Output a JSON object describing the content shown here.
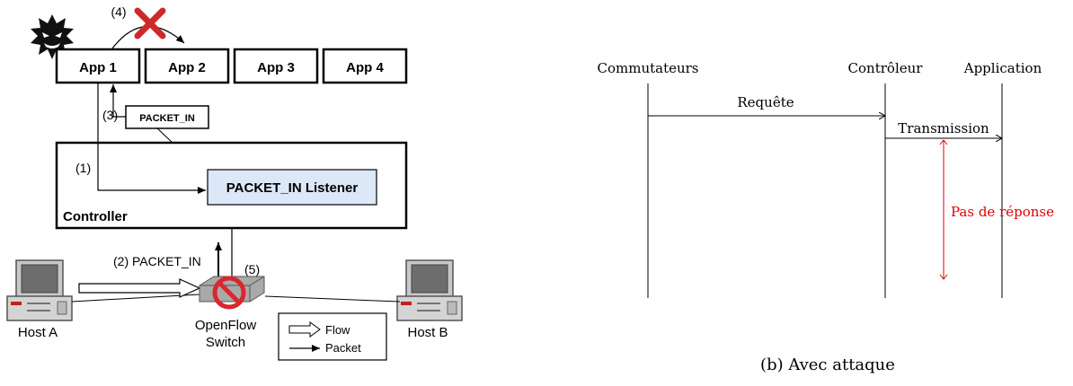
{
  "left": {
    "apps": [
      "App 1",
      "App 2",
      "App 3",
      "App 4"
    ],
    "step_labels": [
      "(1)",
      "(2) PACKET_IN",
      "(3)",
      "(4)",
      "(5)"
    ],
    "packet_in_box": "PACKET_IN",
    "listener": "PACKET_IN Listener",
    "controller": "Controller",
    "host_a": "Host A",
    "host_b": "Host B",
    "switch_line1": "OpenFlow",
    "switch_line2": "Switch",
    "legend_flow": "Flow",
    "legend_packet": "Packet",
    "colors": {
      "cross": "#cc2a2a",
      "listener_fill": "#dce8f7",
      "forbidden": "#d9272e"
    }
  },
  "right": {
    "lifelines": [
      "Commutateurs",
      "Contrôleur",
      "Application"
    ],
    "msg_request": "Requête",
    "msg_transmission": "Transmission",
    "no_response": "Pas de réponse",
    "caption": "(b) Avec attaque",
    "colors": {
      "no_response": "#e00000"
    }
  }
}
